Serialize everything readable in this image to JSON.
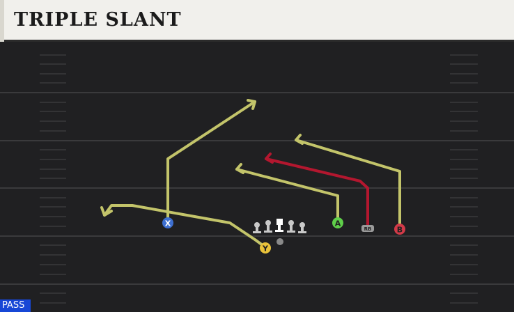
{
  "play": {
    "title": "TRIPLE SLANT",
    "type_label": "PASS"
  },
  "players": [
    {
      "id": "X",
      "label": "X",
      "color": "#3d6fd1"
    },
    {
      "id": "Y",
      "label": "Y",
      "color": "#e9c23a"
    },
    {
      "id": "A",
      "label": "A",
      "color": "#5fcf4a"
    },
    {
      "id": "RB",
      "label": "RB",
      "color": "#9a9a9a"
    },
    {
      "id": "B",
      "label": "B",
      "color": "#d23a48"
    }
  ],
  "colors": {
    "route": "#c3c46a",
    "primary_route": "#b3172f",
    "lineman": "#c9c9c9",
    "center": "#ffffff",
    "field": "#202022",
    "yard_line": "#3a3a3c"
  }
}
